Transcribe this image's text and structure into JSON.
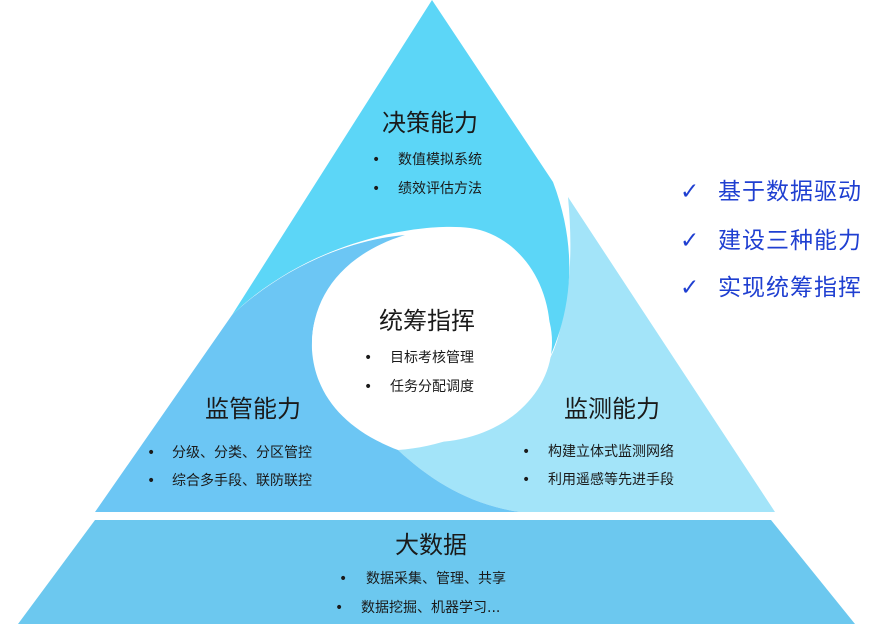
{
  "colors": {
    "decision": "#5cd6f7",
    "supervision": "#6cc6f4",
    "monitoring": "#a3e4f9",
    "bigdata": "#6cc8ef",
    "checklist": "#1f3fd1"
  },
  "decision": {
    "title": "决策能力",
    "items": [
      "数值模拟系统",
      "绩效评估方法"
    ]
  },
  "center": {
    "title": "统筹指挥",
    "items": [
      "目标考核管理",
      "任务分配调度"
    ]
  },
  "supervision": {
    "title": "监管能力",
    "items": [
      "分级、分类、分区管控",
      "综合多手段、联防联控"
    ]
  },
  "monitoring": {
    "title": "监测能力",
    "items": [
      "构建立体式监测网络",
      "利用遥感等先进手段"
    ]
  },
  "bigdata": {
    "title": "大数据",
    "items": [
      "数据采集、管理、共享",
      "数据挖掘、机器学习..."
    ]
  },
  "bullet_symbol": "•",
  "checklist": {
    "mark": "✓",
    "items": [
      "基于数据驱动",
      "建设三种能力",
      "实现统筹指挥"
    ]
  }
}
